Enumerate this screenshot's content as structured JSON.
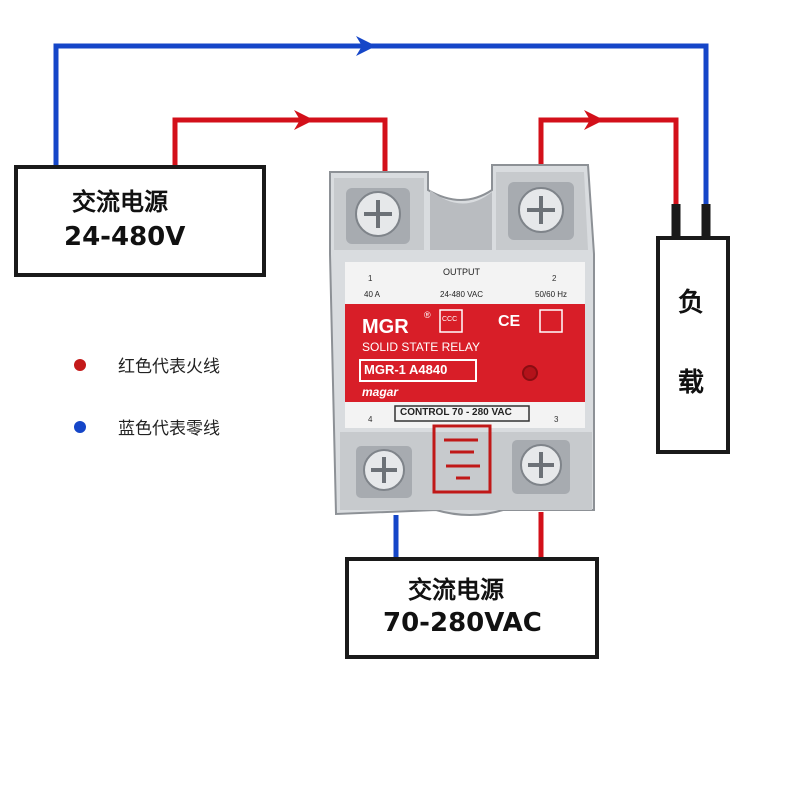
{
  "colors": {
    "live": "#d3101a",
    "neutral": "#1546c8",
    "relay_label": "#d81e28"
  },
  "source_load": {
    "title": "交流电源",
    "voltage": "24-480V"
  },
  "source_control": {
    "title": "交流电源",
    "voltage": "70-280VAC"
  },
  "load": {
    "char1": "负",
    "char2": "载"
  },
  "legend": [
    {
      "color": "#c41a1a",
      "text": "红色代表火线"
    },
    {
      "color": "#1546c8",
      "text": "蓝色代表零线"
    }
  ],
  "relay": {
    "output_label": "OUTPUT",
    "term1": "1",
    "term2": "2",
    "term3": "3",
    "term4": "4",
    "current": "40 A",
    "output_voltage": "24-480 VAC",
    "frequency": "50/60 Hz",
    "brand": "MGR",
    "registered": "®",
    "ce_mark": "CE",
    "ccc_mark": "CCC",
    "product": "SOLID STATE RELAY",
    "model": "MGR-1  A4840",
    "maker": "magar",
    "control": "CONTROL 70 - 280 VAC",
    "logo_icon": "seal-stamp-icon"
  }
}
